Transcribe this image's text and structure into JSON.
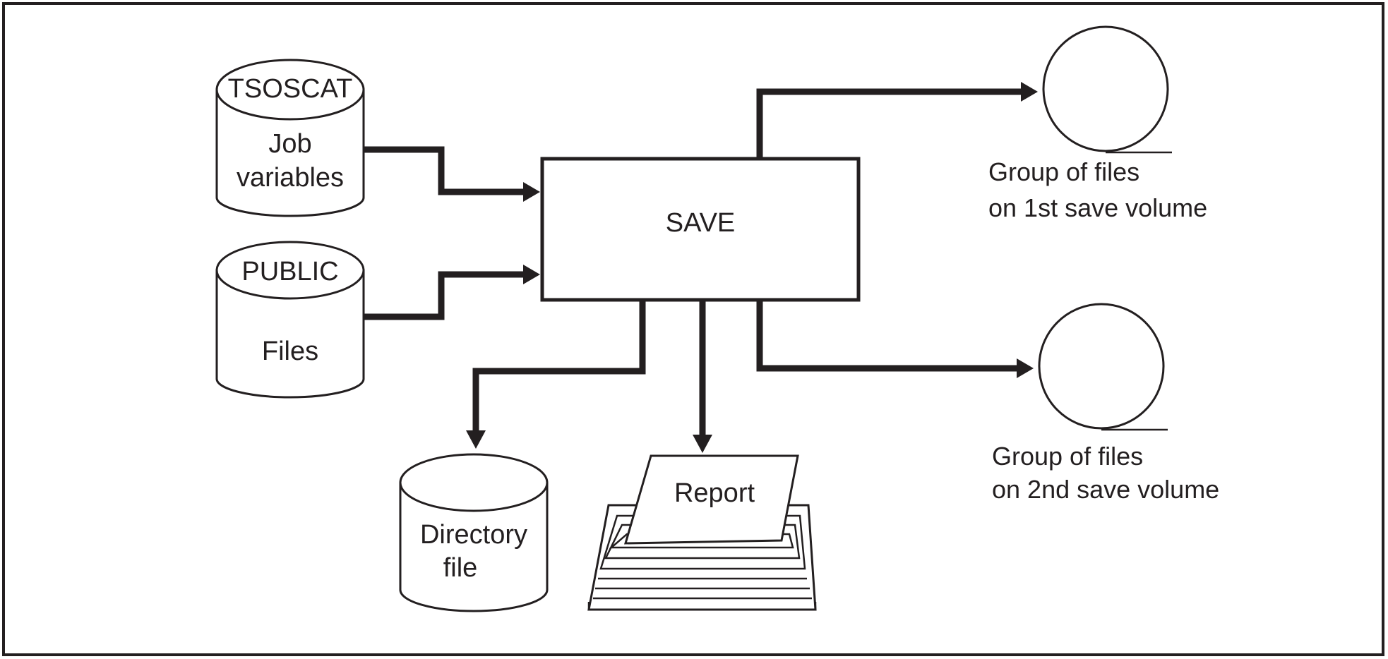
{
  "nodes": {
    "tsoscat": {
      "top_label": "TSOSCAT",
      "line1": "Job",
      "line2": "variables"
    },
    "public": {
      "top_label": "PUBLIC",
      "line1": "Files"
    },
    "save": {
      "label": "SAVE"
    },
    "volume1": {
      "line1": "Group of files",
      "line2": "on 1st save volume"
    },
    "volume2": {
      "line1": "Group of files",
      "line2": "on 2nd save volume"
    },
    "directory": {
      "line1": "Directory",
      "line2": "file"
    },
    "report": {
      "label": "Report"
    }
  },
  "edges": [
    {
      "from": "tsoscat",
      "to": "save"
    },
    {
      "from": "public",
      "to": "save"
    },
    {
      "from": "save",
      "to": "volume1"
    },
    {
      "from": "save",
      "to": "volume2"
    },
    {
      "from": "save",
      "to": "directory"
    },
    {
      "from": "save",
      "to": "report"
    }
  ]
}
